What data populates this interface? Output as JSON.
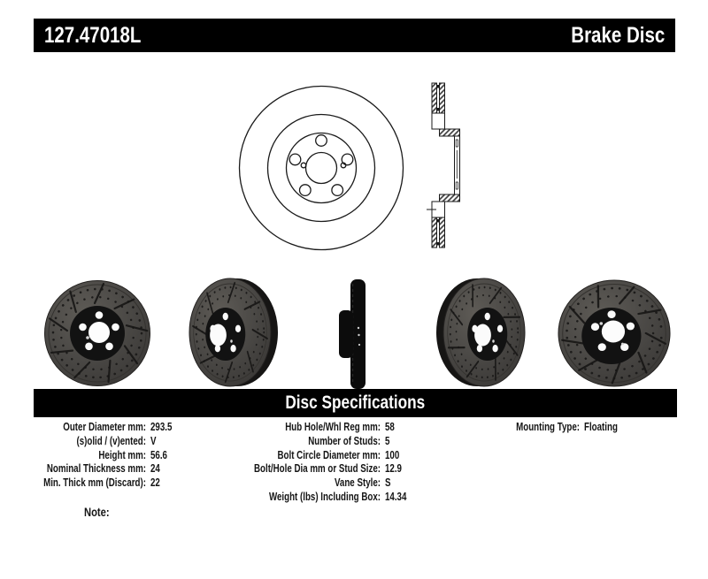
{
  "header": {
    "part_number": "127.47018L",
    "product_type": "Brake Disc"
  },
  "spec_section_title": "Disc Specifications",
  "specs": {
    "left": [
      {
        "label": "Outer Diameter mm:",
        "value": "293.5"
      },
      {
        "label": "(s)olid / (v)ented:",
        "value": "V"
      },
      {
        "label": "Height mm:",
        "value": "56.6"
      },
      {
        "label": "Nominal Thickness mm:",
        "value": "24"
      },
      {
        "label": "Min. Thick mm (Discard):",
        "value": "22"
      }
    ],
    "middle": [
      {
        "label": "Hub Hole/Whl Reg mm:",
        "value": "58"
      },
      {
        "label": "Number of Studs:",
        "value": "5"
      },
      {
        "label": "Bolt Circle Diameter mm:",
        "value": "100"
      },
      {
        "label": "Bolt/Hole Dia mm or Stud Size:",
        "value": "12.9"
      },
      {
        "label": "Vane Style:",
        "value": "S"
      },
      {
        "label": "Weight (lbs) Including Box:",
        "value": "14.34"
      }
    ],
    "right": [
      {
        "label": "Mounting Type:",
        "value": "Floating"
      }
    ]
  },
  "note_label": "Note:",
  "figures": {
    "front_line_drawing": "brake-disc-front-view-drawing",
    "cross_section_drawing": "brake-disc-cross-section-drawing",
    "photo_1": "rotor-photo-front-view",
    "photo_2": "rotor-photo-angled-right",
    "photo_3": "rotor-photo-edge-profile",
    "photo_4": "rotor-photo-angled-left",
    "photo_5": "rotor-photo-front-right"
  },
  "colors": {
    "bar_background": "#000000",
    "bar_text": "#ffffff",
    "body_text": "#151515",
    "rotor_face": "#4a4845",
    "rotor_hat": "#121212",
    "line_drawing": "#1a1a1a"
  }
}
